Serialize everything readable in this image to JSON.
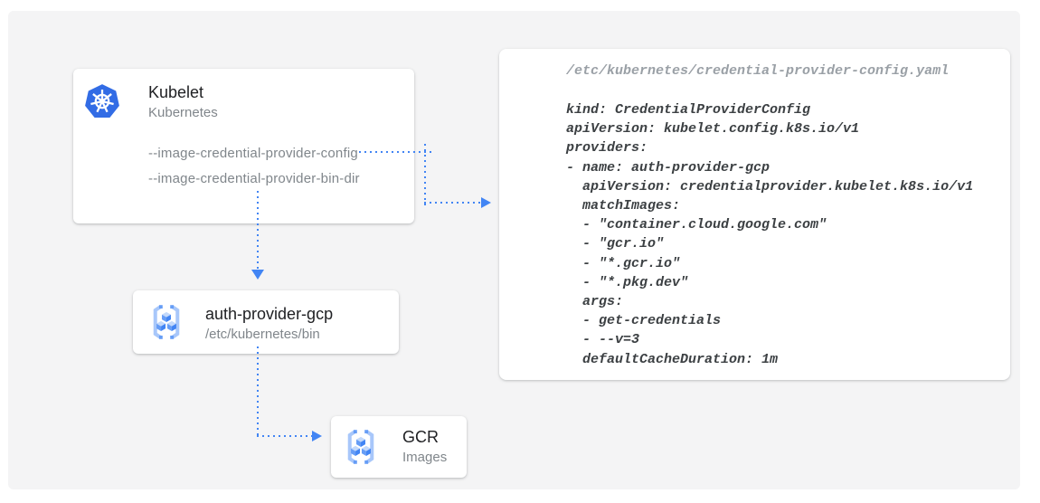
{
  "cards": {
    "kubelet": {
      "icon": "kubernetes-icon",
      "title": "Kubelet",
      "subtitle": "Kubernetes",
      "flags": [
        "--image-credential-provider-config",
        "--image-credential-provider-bin-dir"
      ]
    },
    "auth_provider": {
      "icon": "gcr-icon",
      "title": "auth-provider-gcp",
      "subtitle": "/etc/kubernetes/bin"
    },
    "gcr": {
      "icon": "gcr-icon",
      "title": "GCR",
      "subtitle": "Images"
    }
  },
  "config_panel": {
    "title": "/etc/kubernetes/credential-provider-config.yaml",
    "lines": [
      "kind: CredentialProviderConfig",
      "apiVersion: kubelet.config.k8s.io/v1",
      "providers:",
      "- name: auth-provider-gcp",
      "  apiVersion: credentialprovider.kubelet.k8s.io/v1",
      "  matchImages:",
      "  - \"container.cloud.google.com\"",
      "  - \"gcr.io\"",
      "  - \"*.gcr.io\"",
      "  - \"*.pkg.dev\"",
      "  args:",
      "  - get-credentials",
      "  - --v=3",
      "  defaultCacheDuration: 1m"
    ]
  },
  "colors": {
    "arrow_blue": "#4285f4",
    "kubernetes_blue": "#326ce5",
    "canvas_bg": "#f4f4f5",
    "card_title": "#202124",
    "muted_text": "#80868b",
    "code_text": "#3c4043",
    "code_title": "#9aa0a6",
    "gcr_light": "#a8c7fa",
    "gcr_mid": "#669df6",
    "gcr_top": "#c3d9fb"
  }
}
